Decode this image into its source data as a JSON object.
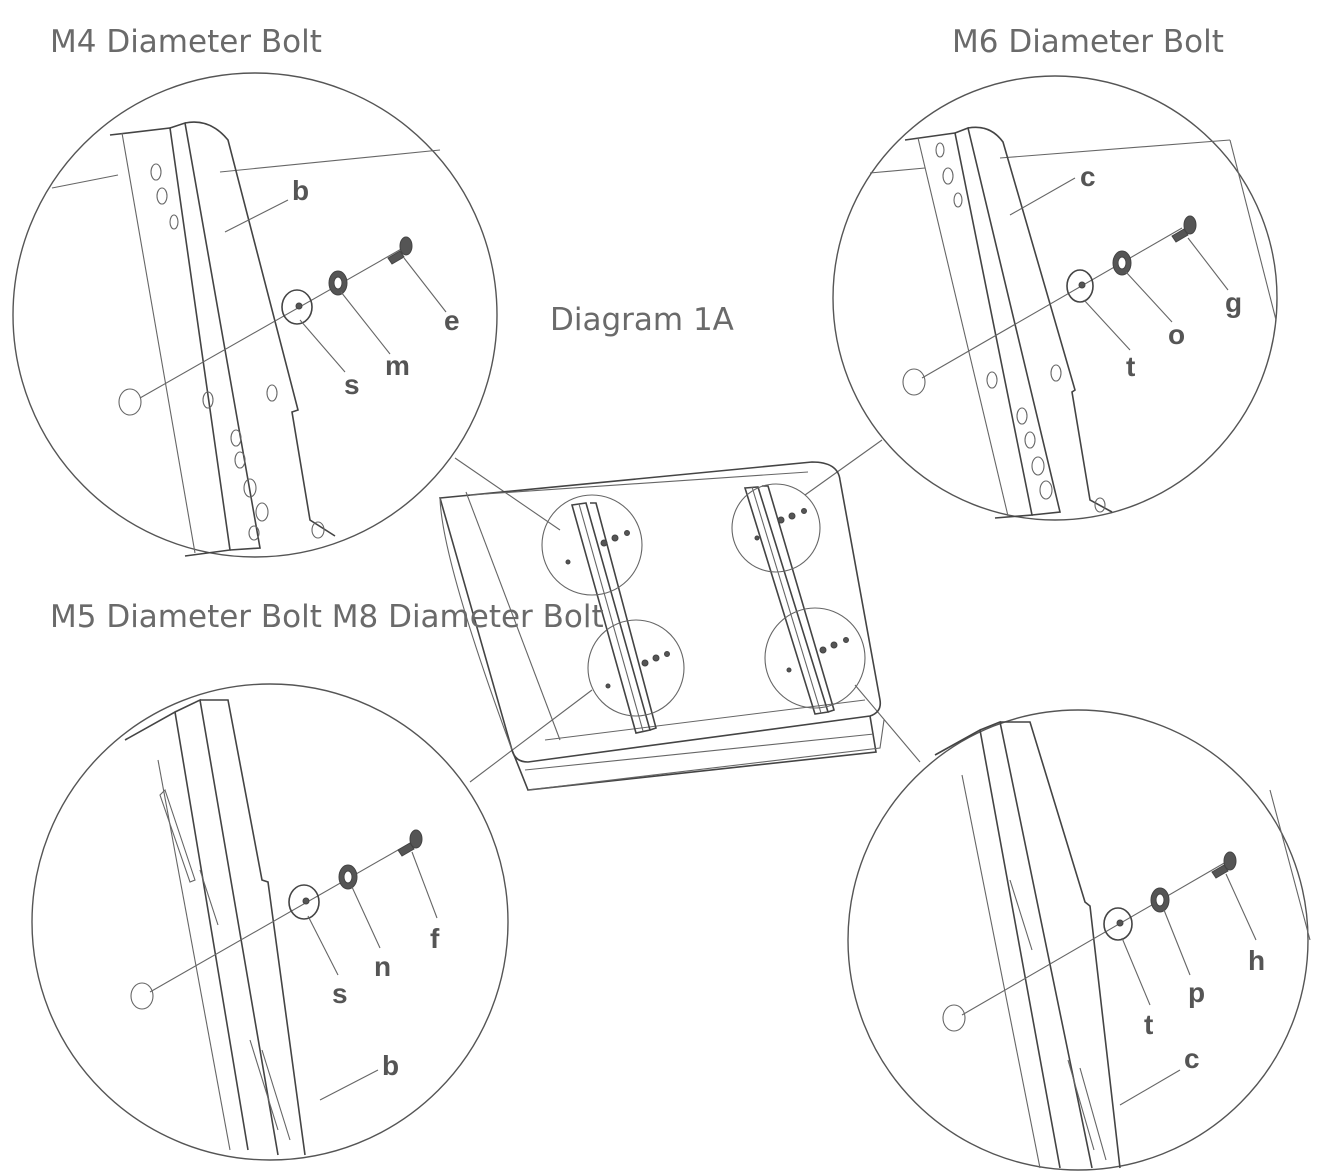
{
  "headings": {
    "m4": "M4 Diameter Bolt",
    "m6": "M6 Diameter Bolt",
    "m5_m8": "M5 Diameter Bolt M8 Diameter Bolt",
    "diagram": "Diagram 1A"
  },
  "details": {
    "top_left": {
      "bracket": "b",
      "screw": "e",
      "washer_nut": "m",
      "spacer": "s"
    },
    "top_right": {
      "bracket": "c",
      "screw": "g",
      "washer_nut": "o",
      "spacer": "t"
    },
    "bottom_left": {
      "bracket": "b",
      "screw": "f",
      "washer_nut": "n",
      "spacer": "s"
    },
    "bottom_right": {
      "bracket": "c",
      "screw": "h",
      "washer_nut": "p",
      "spacer": "t"
    }
  }
}
